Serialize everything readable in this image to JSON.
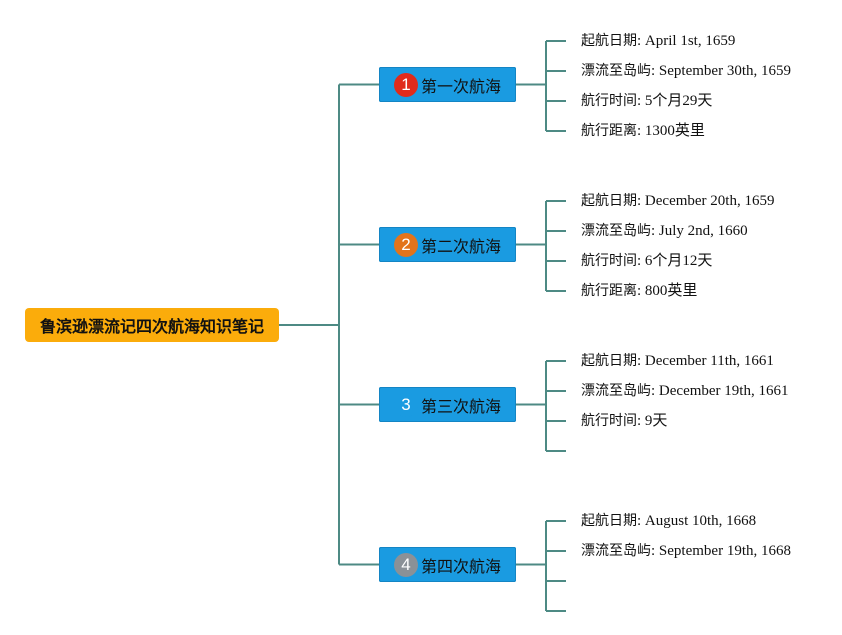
{
  "title": "鲁滨逊漂流记四次航海知识笔记",
  "colors": {
    "root_bg": "#fbac0b",
    "node_bg": "#1a9be1",
    "line": "#4d8a84"
  },
  "voyages": [
    {
      "label": "第一次航海",
      "badge": "1",
      "badge_color": "#e02b1b",
      "details": [
        {
          "key": "起航日期",
          "value": "April 1st, 1659"
        },
        {
          "key": "漂流至岛屿",
          "value": "September 30th, 1659"
        },
        {
          "key": "航行时间",
          "value": "5个月29天"
        },
        {
          "key": "航行距离",
          "value": "1300英里"
        }
      ]
    },
    {
      "label": "第二次航海",
      "badge": "2",
      "badge_color": "#e2741b",
      "details": [
        {
          "key": "起航日期",
          "value": "December 20th, 1659"
        },
        {
          "key": "漂流至岛屿",
          "value": "July 2nd, 1660"
        },
        {
          "key": "航行时间",
          "value": "6个月12天"
        },
        {
          "key": "航行距离",
          "value": "800英里"
        }
      ]
    },
    {
      "label": "第三次航海",
      "badge": "3",
      "badge_color": "#1a9be1",
      "details": [
        {
          "key": "起航日期",
          "value": "December 11th, 1661"
        },
        {
          "key": "漂流至岛屿",
          "value": "December 19th, 1661"
        },
        {
          "key": "航行时间",
          "value": "9天"
        },
        {
          "key": "",
          "value": ""
        }
      ]
    },
    {
      "label": "第四次航海",
      "badge": "4",
      "badge_color": "#8a9197",
      "details": [
        {
          "key": "起航日期",
          "value": "August 10th, 1668"
        },
        {
          "key": "漂流至岛屿",
          "value": "September 19th, 1668"
        },
        {
          "key": "",
          "value": ""
        },
        {
          "key": "",
          "value": ""
        }
      ]
    }
  ]
}
